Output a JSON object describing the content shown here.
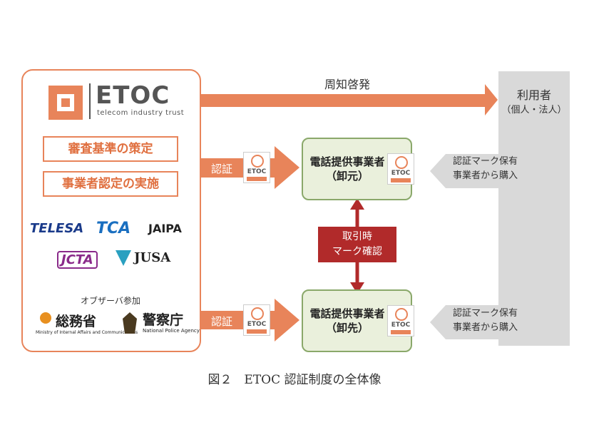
{
  "etoc": {
    "logo_text": "ETOC",
    "logo_sub": "telecom industry trust",
    "tasks": [
      "審査基準の策定",
      "事業者認定の実施"
    ],
    "orgs": [
      "TELESA",
      "TCA",
      "JAIPA",
      "JCTA",
      "JUSA"
    ],
    "observer_label": "オブザーバ参加",
    "observers": [
      {
        "name": "総務省",
        "sub": "Ministry of Internal Affairs and Communications"
      },
      {
        "name": "警察庁",
        "sub": "National Police Agency"
      }
    ]
  },
  "arrows": {
    "publicize": "周知啓発",
    "cert_top": "認証",
    "cert_bottom": "認証"
  },
  "mark_label": "ETOC",
  "businesses": [
    {
      "line1": "電話提供事業者",
      "line2": "（卸元）"
    },
    {
      "line1": "電話提供事業者",
      "line2": "（卸先）"
    }
  ],
  "trade": {
    "line1": "取引時",
    "line2": "マーク確認"
  },
  "user": {
    "label": "利用者",
    "sub": "（個人・法人）"
  },
  "buy_notes": [
    {
      "line1": "認証マーク保有",
      "line2": "事業者から購入"
    },
    {
      "line1": "認証マーク保有",
      "line2": "事業者から購入"
    }
  ],
  "caption": "図２　ETOC 認証制度の全体像",
  "colors": {
    "accent": "#e8845a",
    "green_border": "#8aa86a",
    "green_fill": "#eaf0dc",
    "trade": "#b12a2a",
    "user_col": "#d9d9d9"
  }
}
